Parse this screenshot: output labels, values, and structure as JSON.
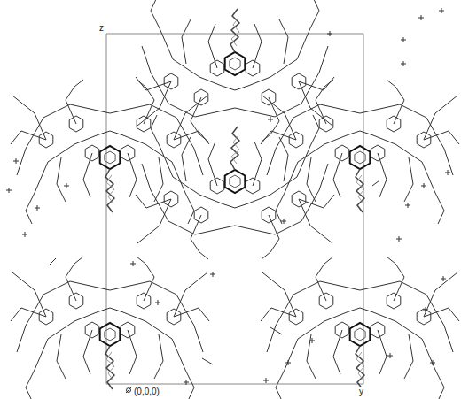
{
  "diagram": {
    "labels": [
      "z",
      "(0,0,0)",
      "y"
    ]
  }
}
